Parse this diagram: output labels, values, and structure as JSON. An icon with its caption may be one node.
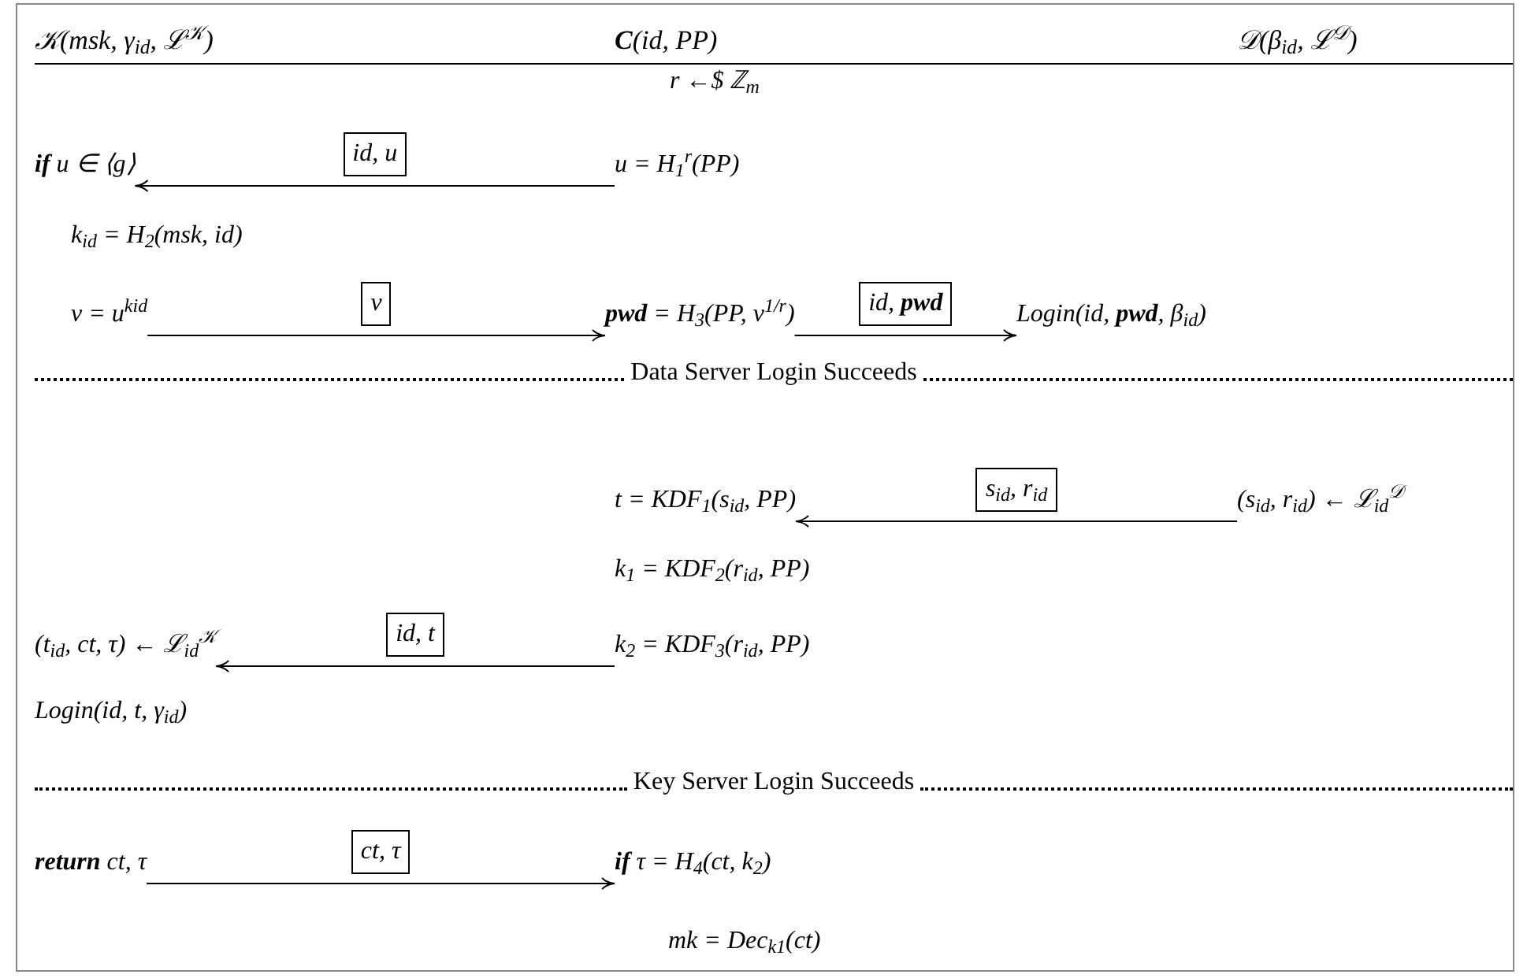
{
  "diagram": {
    "nodes": [
      {
        "text": [
          "**if** u ∈ ⟨g⟩"
        ]
      },
      {
        "text": [
          "u = H$_{1}$$^{r}$(PP)"
        ]
      },
      {
        "text": [
          "k$_{id}$ = H$_{2}$(msk, id)"
        ]
      },
      {
        "text": [
          "v = u$^{kid}$"
        ]
      },
      {
        "text": [
          "**pwd** = H$_{3}$(PP, v$^{1/r}$)"
        ]
      },
      {
        "text": [
          "Login(id, **pwd**, β$_{id}$)"
        ]
      },
      {
        "text": [
          "t = KDF$_{1}$(s$_{id}$, PP)"
        ]
      },
      {
        "text": [
          "(s$_{id}$, r$_{id}$) ← ℒ$_{id}$$^{𝒟}$"
        ]
      },
      {
        "text": [
          "k$_{1}$ = KDF$_{2}$(r$_{id}$, PP)"
        ]
      },
      {
        "text": [
          "(t$_{id}$, ct, τ) ← ℒ$_{id}$$^{𝒦}$"
        ]
      },
      {
        "text": [
          "k$_{2}$ = KDF$_{3}$(r$_{id}$, PP)"
        ]
      },
      {
        "text": [
          "Login(id, t, γ$_{id}$)"
        ]
      },
      {
        "text": [
          "**return** ct, τ"
        ]
      },
      {
        "text": [
          "**if** τ = H$_{4}$(ct, k$_{2}$)"
        ]
      },
      {
        "text": [
          "mk = Dec$_{k1}$(ct)"
        ]
      }
    ],
    "edges": [
      {
        "from": 1,
        "to": 0,
        "arrow": "to",
        "label": "id, u"
      },
      {
        "from": 3,
        "to": 4,
        "arrow": "to",
        "label": "v"
      },
      {
        "from": 4,
        "to": 5,
        "arrow": "to",
        "label": "id, **pwd**"
      },
      {
        "from": 7,
        "to": 6,
        "arrow": "to",
        "label": "s$_{id}$, r$_{id}$"
      },
      {
        "from": 10,
        "to": 9,
        "arrow": "to",
        "label": "id, t"
      },
      {
        "from": 12,
        "to": 13,
        "arrow": "to",
        "label": "ct, τ"
      }
    ],
    "labels": [
      "𝒦(msk, γ$_{id}$, ℒ$^{𝒦}$)",
      "**C**(id, PP)",
      "𝒟(β$_{id}$, ℒ$^{𝒟}$)",
      "r ←$ ℤ$_{m}$",
      "Data Server Login Succeeds",
      "Key Server Login Succeeds"
    ]
  }
}
